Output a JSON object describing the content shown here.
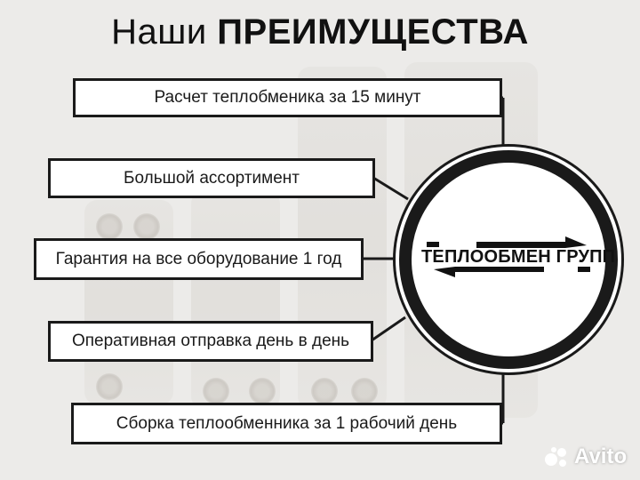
{
  "title": {
    "light": "Наши",
    "bold": "ПРЕИМУЩЕСТВА"
  },
  "advantages": [
    "Расчет теплобменика за 15 минут",
    "Большой ассортимент",
    "Гарантия на все оборудование 1 год",
    "Оперативная отправка день в день",
    "Сборка теплообменника за 1 рабочий день"
  ],
  "logo": {
    "text": "ТЕПЛООБМЕН ГРУПП"
  },
  "watermark": {
    "text": "Avito"
  },
  "colors": {
    "line": "#1a1a1a",
    "background": "#ecebe9",
    "box": "#ffffff"
  }
}
